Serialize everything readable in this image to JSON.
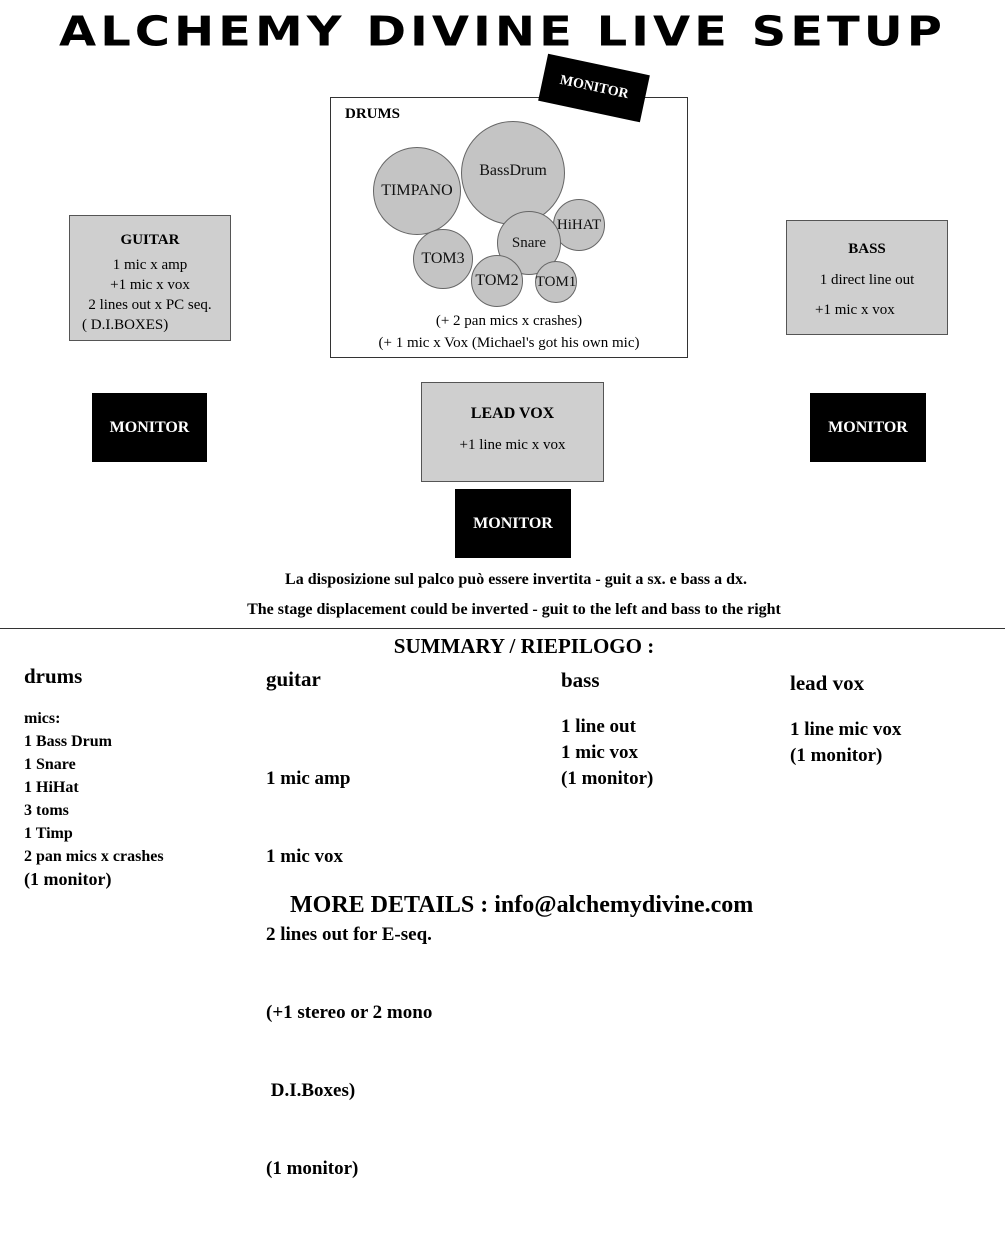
{
  "title": "ALCHEMY DIVINE LIVE SETUP",
  "monitor_label": "MONITOR",
  "drums": {
    "heading": "DRUMS",
    "pieces": {
      "timpano": "TIMPANO",
      "bassdrum": "BassDrum",
      "hihat": "HiHAT",
      "snare": "Snare",
      "tom3": "TOM3",
      "tom2": "TOM2",
      "tom1": "TOM1"
    },
    "note1": "(+ 2 pan mics x crashes)",
    "note2": "(+ 1 mic x Vox (Michael's got his own mic)"
  },
  "guitar": {
    "heading": "GUITAR",
    "lines": [
      "1 mic x amp",
      "+1 mic x vox",
      "2 lines out x PC seq.",
      "( D.I.BOXES)"
    ]
  },
  "bass": {
    "heading": "BASS",
    "lines": [
      "1 direct line out",
      "+1 mic x vox"
    ]
  },
  "leadvox": {
    "heading": "LEAD VOX",
    "lines": [
      "+1 line mic x vox"
    ]
  },
  "notes": {
    "italian": "La disposizione sul palco può essere invertita - guit a sx. e bass a dx.",
    "english": "The stage displacement could be inverted - guit to the left and bass to the right"
  },
  "summary": {
    "heading": "SUMMARY / RIEPILOGO :",
    "drums": {
      "title": "drums",
      "lines": [
        "mics:",
        "1 Bass Drum",
        "1 Snare",
        "1 HiHat",
        "3 toms",
        "1 Timp",
        "2 pan mics x crashes",
        "(1 monitor)"
      ]
    },
    "guitar": {
      "title": "guitar",
      "lines": [
        "1 mic amp",
        "1 mic vox",
        "2 lines out for E-seq.",
        "(+1 stereo or 2 mono",
        " D.I.Boxes)",
        "(1 monitor)"
      ]
    },
    "bass": {
      "title": "bass",
      "lines": [
        "1 line out",
        "1 mic vox",
        "(1 monitor)"
      ]
    },
    "leadvox": {
      "title": "lead vox",
      "lines": [
        "1 line mic vox",
        "(1 monitor)"
      ]
    }
  },
  "footer": "MORE DETAILS : info@alchemydivine.com"
}
